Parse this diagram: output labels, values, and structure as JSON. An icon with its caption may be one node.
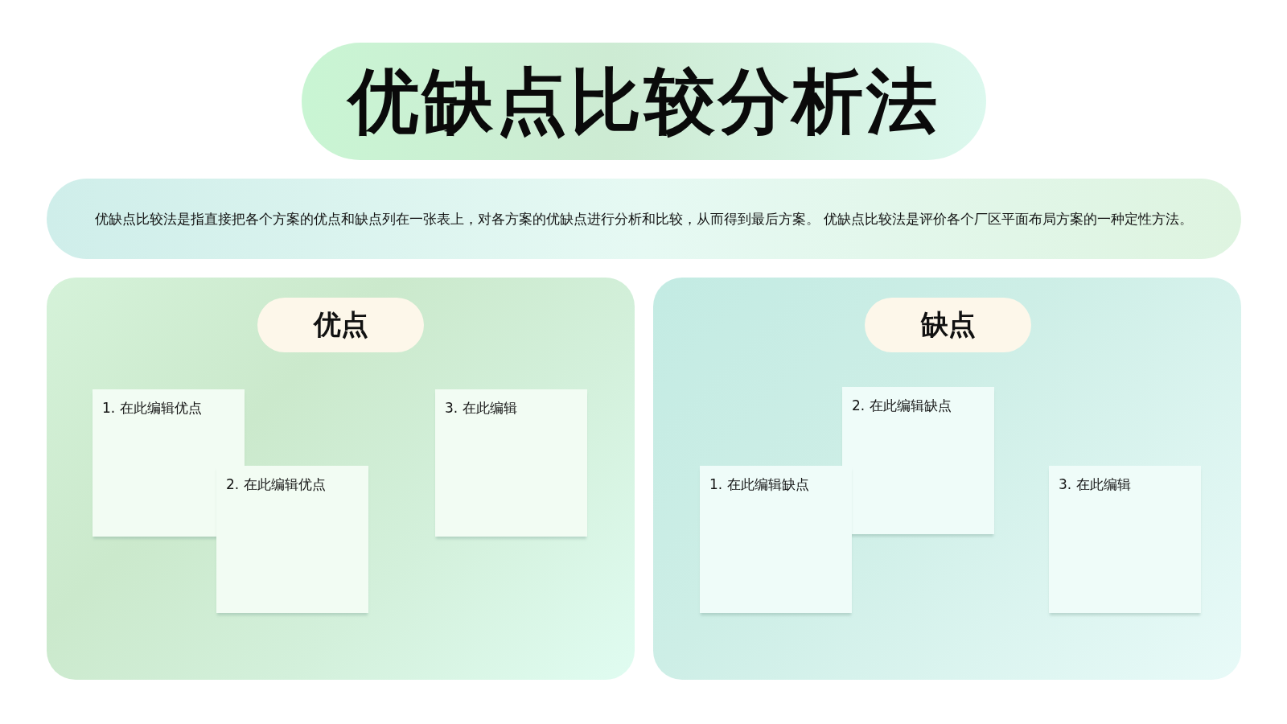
{
  "diagram": {
    "title": "优缺点比较分析法",
    "nodes": [
      {
        "text": [
          "优缺点比较法是指直接把各个方案的优点和缺点列在一张表上，对各方案的优缺点进行分析和比较，从而得到最后方案。 优缺点比较法是评价各个厂区平面布局方案的一种定性方法。"
        ]
      },
      {
        "text": [],
        "shape": "box"
      },
      {
        "text": [
          "优点"
        ],
        "in": 1
      },
      {
        "text": [
          "1. 在此编辑优点"
        ],
        "in": 1
      },
      {
        "text": [
          "2. 在此编辑优点"
        ],
        "in": 1
      },
      {
        "text": [
          "3. 在此编辑"
        ],
        "in": 1
      },
      {
        "text": [],
        "shape": "box"
      },
      {
        "text": [
          "缺点"
        ],
        "in": 6
      },
      {
        "text": [
          "1. 在此编辑缺点"
        ],
        "in": 6
      },
      {
        "text": [
          "2. 在此编辑缺点"
        ],
        "in": 6
      },
      {
        "text": [
          "3. 在此编辑"
        ],
        "in": 6
      }
    ]
  }
}
